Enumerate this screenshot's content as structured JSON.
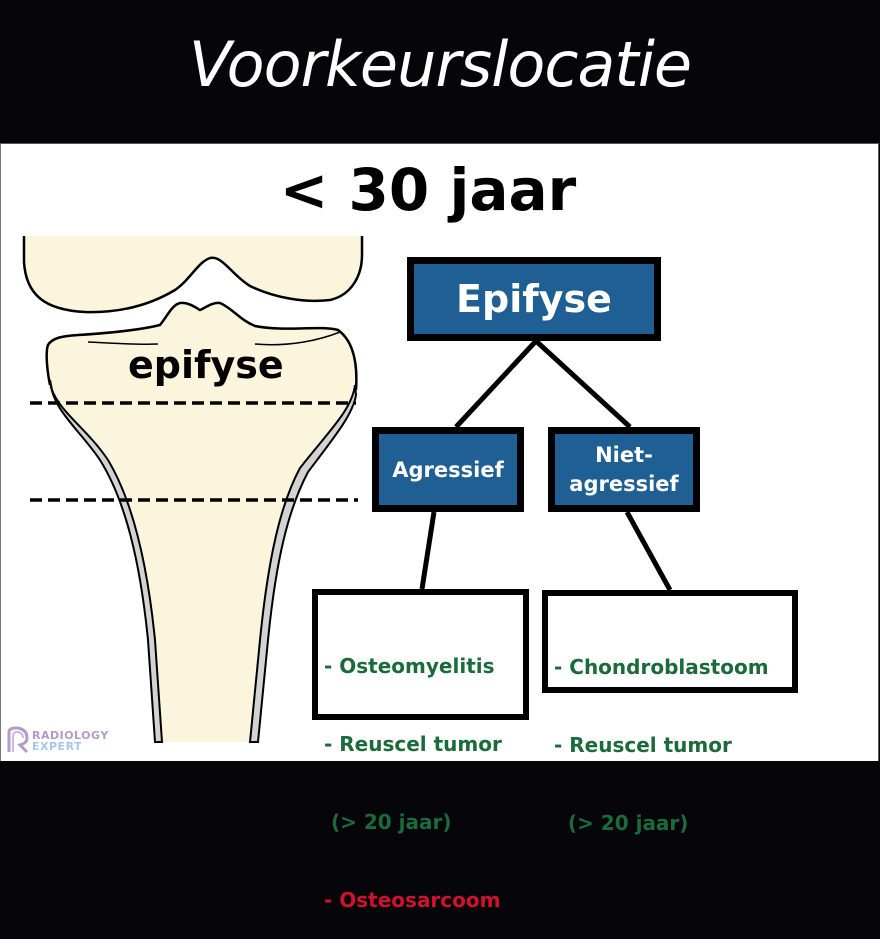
{
  "header": {
    "title": "Voorkeurslocatie"
  },
  "subtitle": "< 30 jaar",
  "illustration": {
    "region_label": "epifyse",
    "description": "knee-tibia-bone-diagram",
    "colors": {
      "bone_fill": "#faf5dc",
      "cortex_fill": "#d3d3d3",
      "outline": "#000000"
    }
  },
  "tree": {
    "root": {
      "label": "Epifyse"
    },
    "branches": [
      {
        "label": "Agressief"
      },
      {
        "label_line1": "Niet-",
        "label_line2": "agressief"
      }
    ],
    "lists": {
      "aggressive": [
        {
          "text": "- Osteomyelitis",
          "color": "#1b6b3a"
        },
        {
          "text": "- Reuscel tumor",
          "color": "#1b6b3a"
        },
        {
          "text": " (> 20 jaar)",
          "color": "#1b6b3a"
        },
        {
          "text": "- Osteosarcoom",
          "color": "#d0122c"
        }
      ],
      "non_aggressive": [
        {
          "text": "- Chondroblastoom",
          "color": "#1b6b3a"
        },
        {
          "text": "- Reuscel tumor",
          "color": "#1b6b3a"
        },
        {
          "text": "  (> 20 jaar)",
          "color": "#1b6b3a"
        }
      ]
    },
    "colors": {
      "box_fill": "#1f5f94",
      "box_border": "#000000",
      "box_text": "#ffffff"
    }
  },
  "watermark": {
    "line1": "RADIOLOGY",
    "line2": "EXPERT"
  }
}
